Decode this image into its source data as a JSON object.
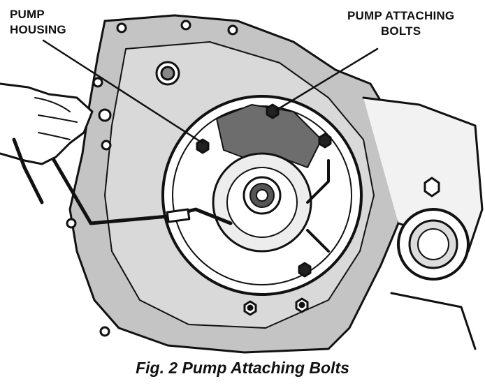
{
  "labels": {
    "pump_housing": [
      "PUMP",
      "HOUSING"
    ],
    "pump_attaching_bolts": [
      "PUMP ATTACHING",
      "BOLTS"
    ]
  },
  "caption": "Fig. 2 Pump Attaching Bolts",
  "colors": {
    "ink": "#111111",
    "housing_shade": "#b8b8b8",
    "paper": "#ffffff"
  }
}
